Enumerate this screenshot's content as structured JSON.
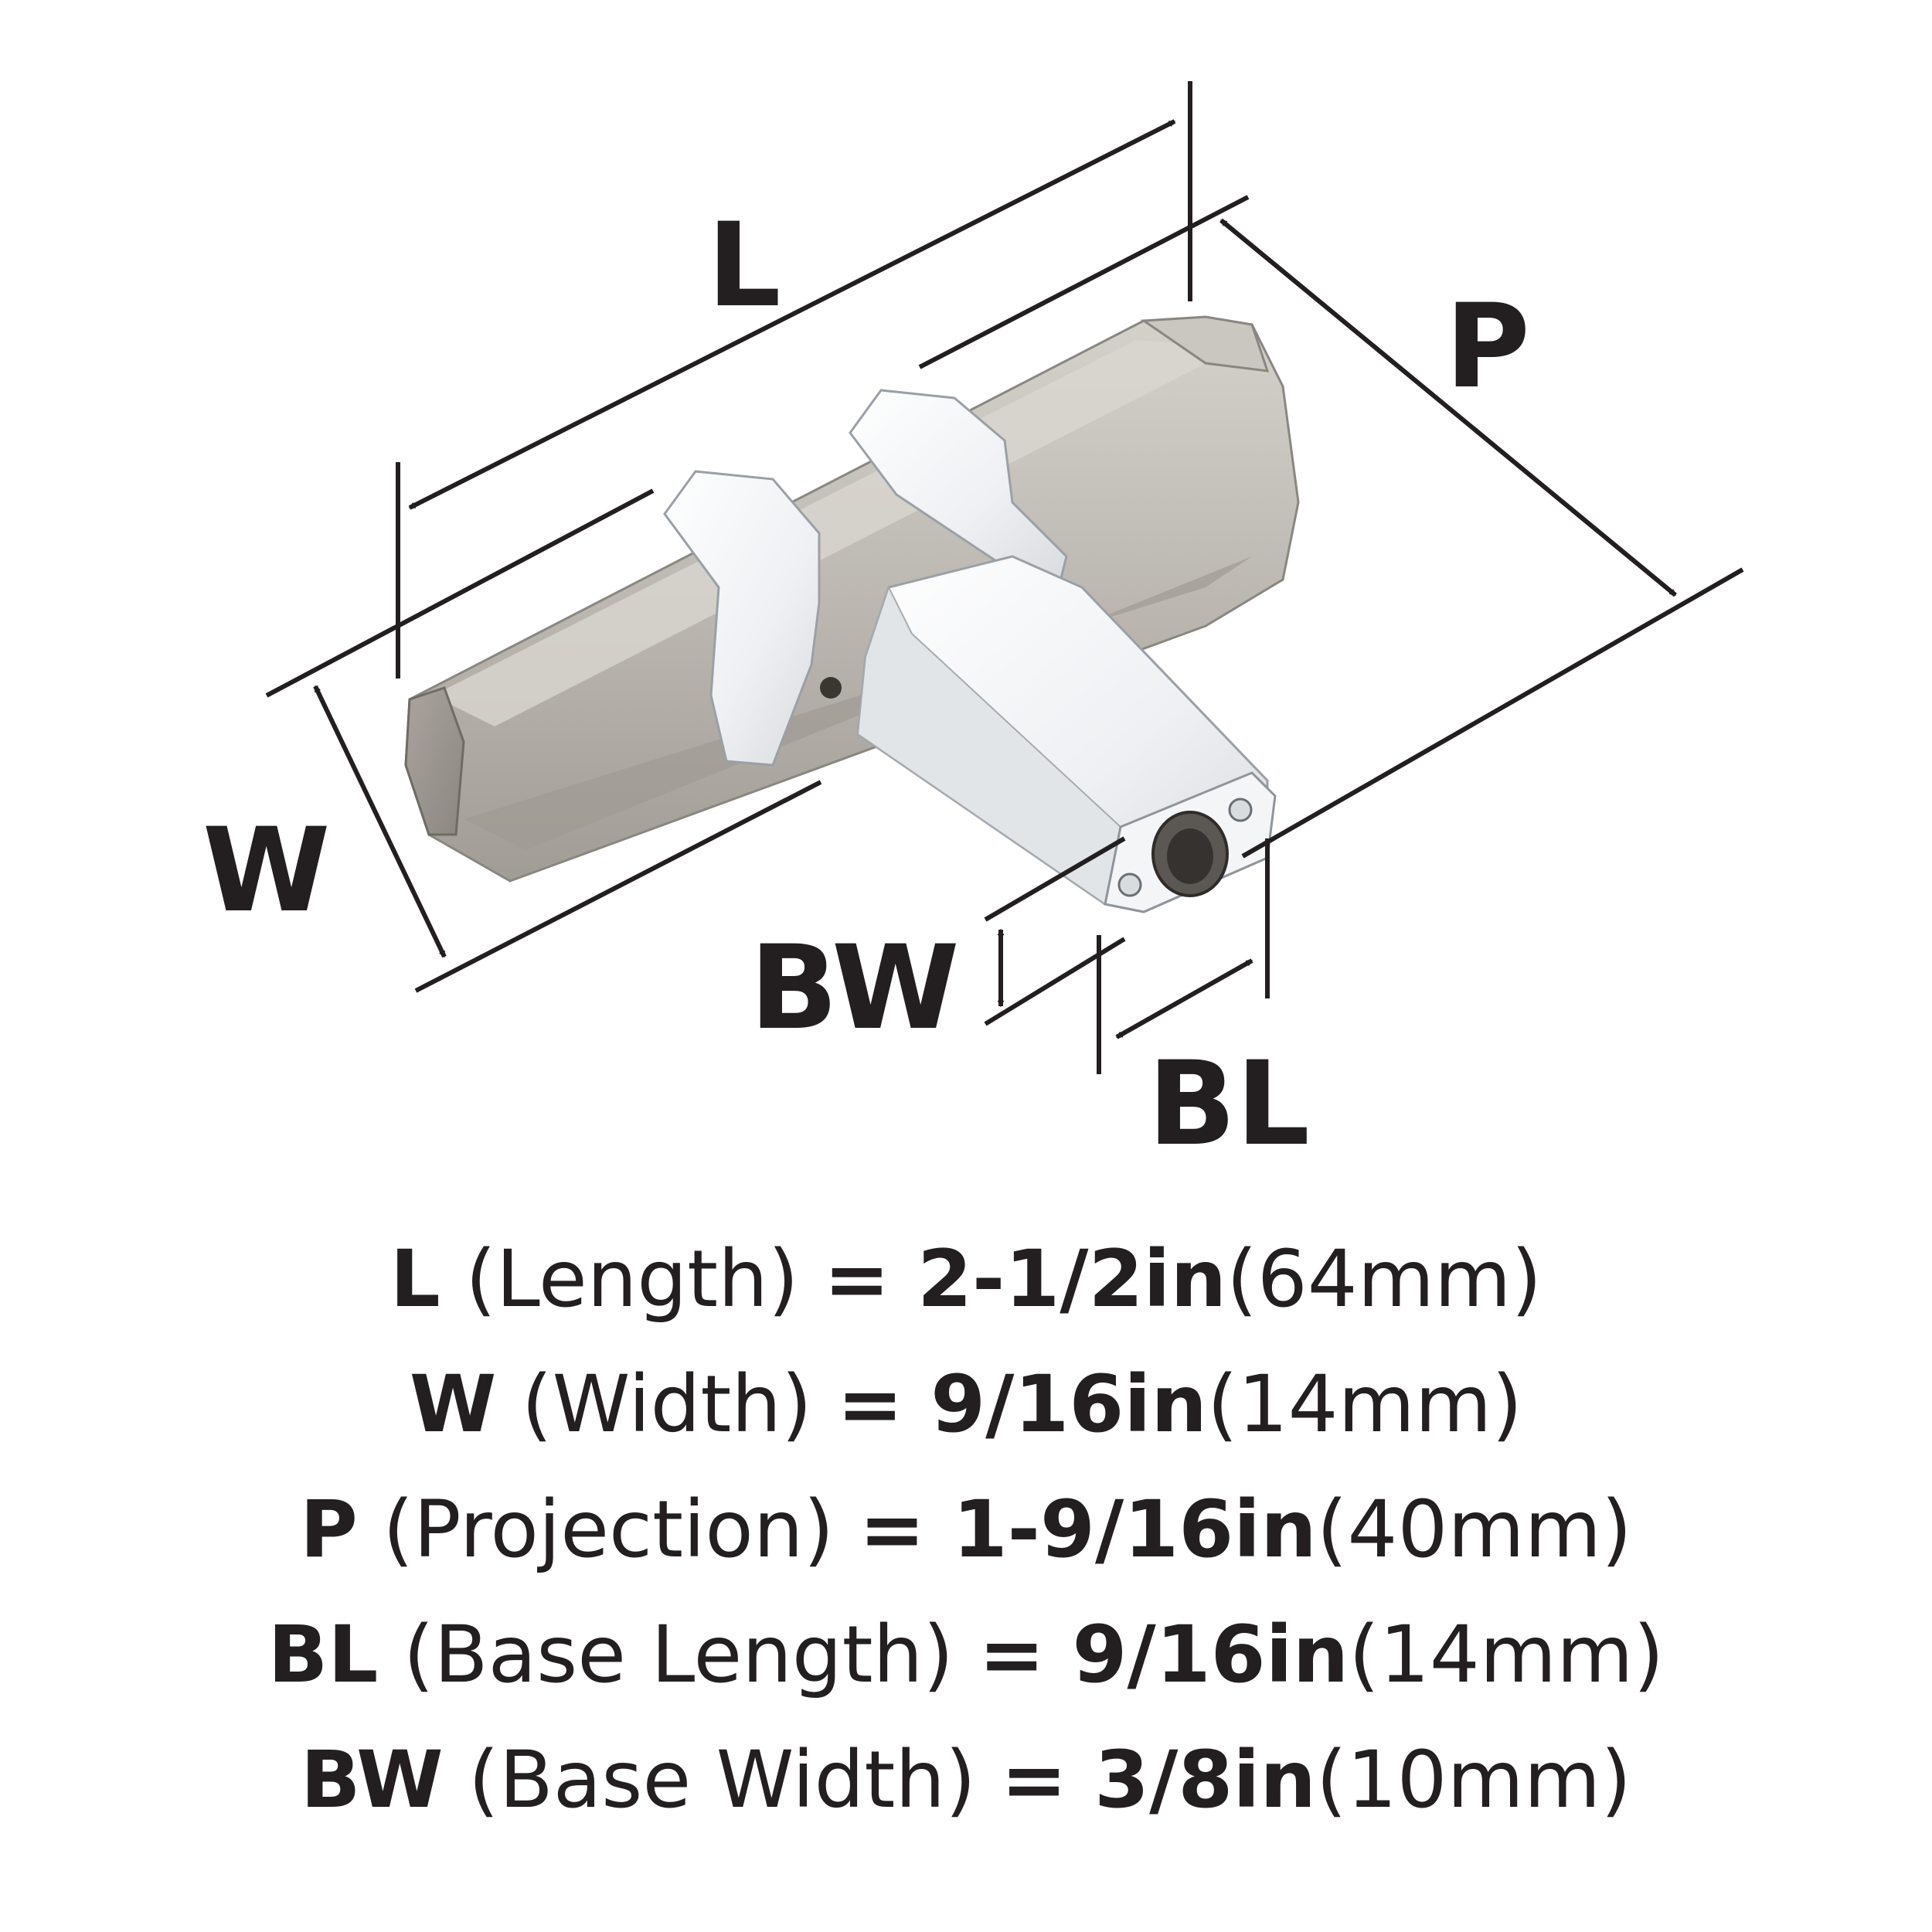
{
  "labels": {
    "L": "L",
    "P": "P",
    "W": "W",
    "BW": "BW",
    "BL": "BL"
  },
  "specs": [
    {
      "code": "L",
      "desc": " (Length) ",
      "eq": "= ",
      "imperial": "2-1/2in",
      "metric": "(64mm)"
    },
    {
      "code": "W",
      "desc": " (Width) ",
      "eq": "= ",
      "imperial": "9/16in",
      "metric": "(14mm)"
    },
    {
      "code": "P",
      "desc": " (Projection) ",
      "eq": "= ",
      "imperial": "1-9/16in",
      "metric": "(40mm)"
    },
    {
      "code": "BL",
      "desc": " (Base Length) ",
      "eq": "= ",
      "imperial": "9/16in",
      "metric": "(14mm)"
    },
    {
      "code": "BW",
      "desc": " (Base Width) ",
      "eq": "= ",
      "imperial": "3/8in",
      "metric": "(10mm)"
    }
  ],
  "colors": {
    "ink": "#231f20",
    "brushed_nickel": "#bdb9b2",
    "chrome": "#eef0f2"
  }
}
